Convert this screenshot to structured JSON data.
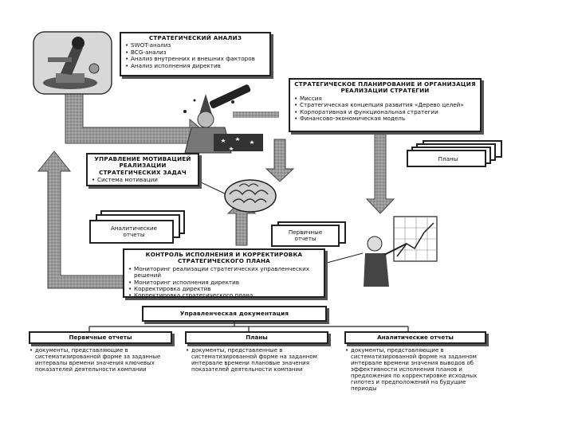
{
  "analysis": {
    "title": "СТРАТЕГИЧЕСКИЙ АНАЛИЗ",
    "items": [
      "SWOT-анализ",
      "BCG-анализ",
      "Анализ внутренних и внешних факторов",
      "Анализ исполнения директив"
    ]
  },
  "planning": {
    "title": "СТРАТЕГИЧЕСКОЕ ПЛАНИРОВАНИЕ И ОРГАНИЗАЦИЯ РЕАЛИЗАЦИИ СТРАТЕГИИ",
    "items": [
      "Миссия",
      "Стратегическая концепция развития «Дерево целей»",
      "Корпоративная и функциональная стратегии",
      "Финансово-экономическая модель"
    ]
  },
  "motivation": {
    "title": "УПРАВЛЕНИЕ МОТИВАЦИЕЙ РЕАЛИЗАЦИИ СТРАТЕГИЧЕСКИХ ЗАДАЧ",
    "items": [
      "Система мотивации"
    ]
  },
  "control": {
    "title": "КОНТРОЛЬ ИСПОЛНЕНИЯ И КОРРЕКТИРОВКА СТРАТЕГИЧЕСКОГО ПЛАНА",
    "items": [
      "Мониторинг реализации стратегических управленческих решений",
      "Мониторинг исполнения директив",
      "Корректировка директив",
      "Корректировка стратегического плана"
    ]
  },
  "stacks": {
    "plans": "Планы",
    "analytic": "Аналитические отчеты",
    "primary": "Первичные отчеты"
  },
  "documentation": {
    "title": "Управленческая документация",
    "columns": [
      {
        "head": "Первичные отчеты",
        "text": "документы, представляющие в систематизированной форме за заданные интервалы времени значения ключевых показателей деятельности компании"
      },
      {
        "head": "Планы",
        "text": "документы, представленные в систематизированной форме на заданном интервале времени плановые значения показателей деятельности компании"
      },
      {
        "head": "Аналитические отчеты",
        "text": "документы, представляющие в систематизированной форме на заданном интервале времени значения выводов об эффективности исполнения планов и предложения по корректировке исходных гипотез и предположений на будущие периоды"
      }
    ]
  },
  "icons": [
    "microscope-icon",
    "astronomer-icon",
    "brain-icon",
    "presenter-icon"
  ]
}
